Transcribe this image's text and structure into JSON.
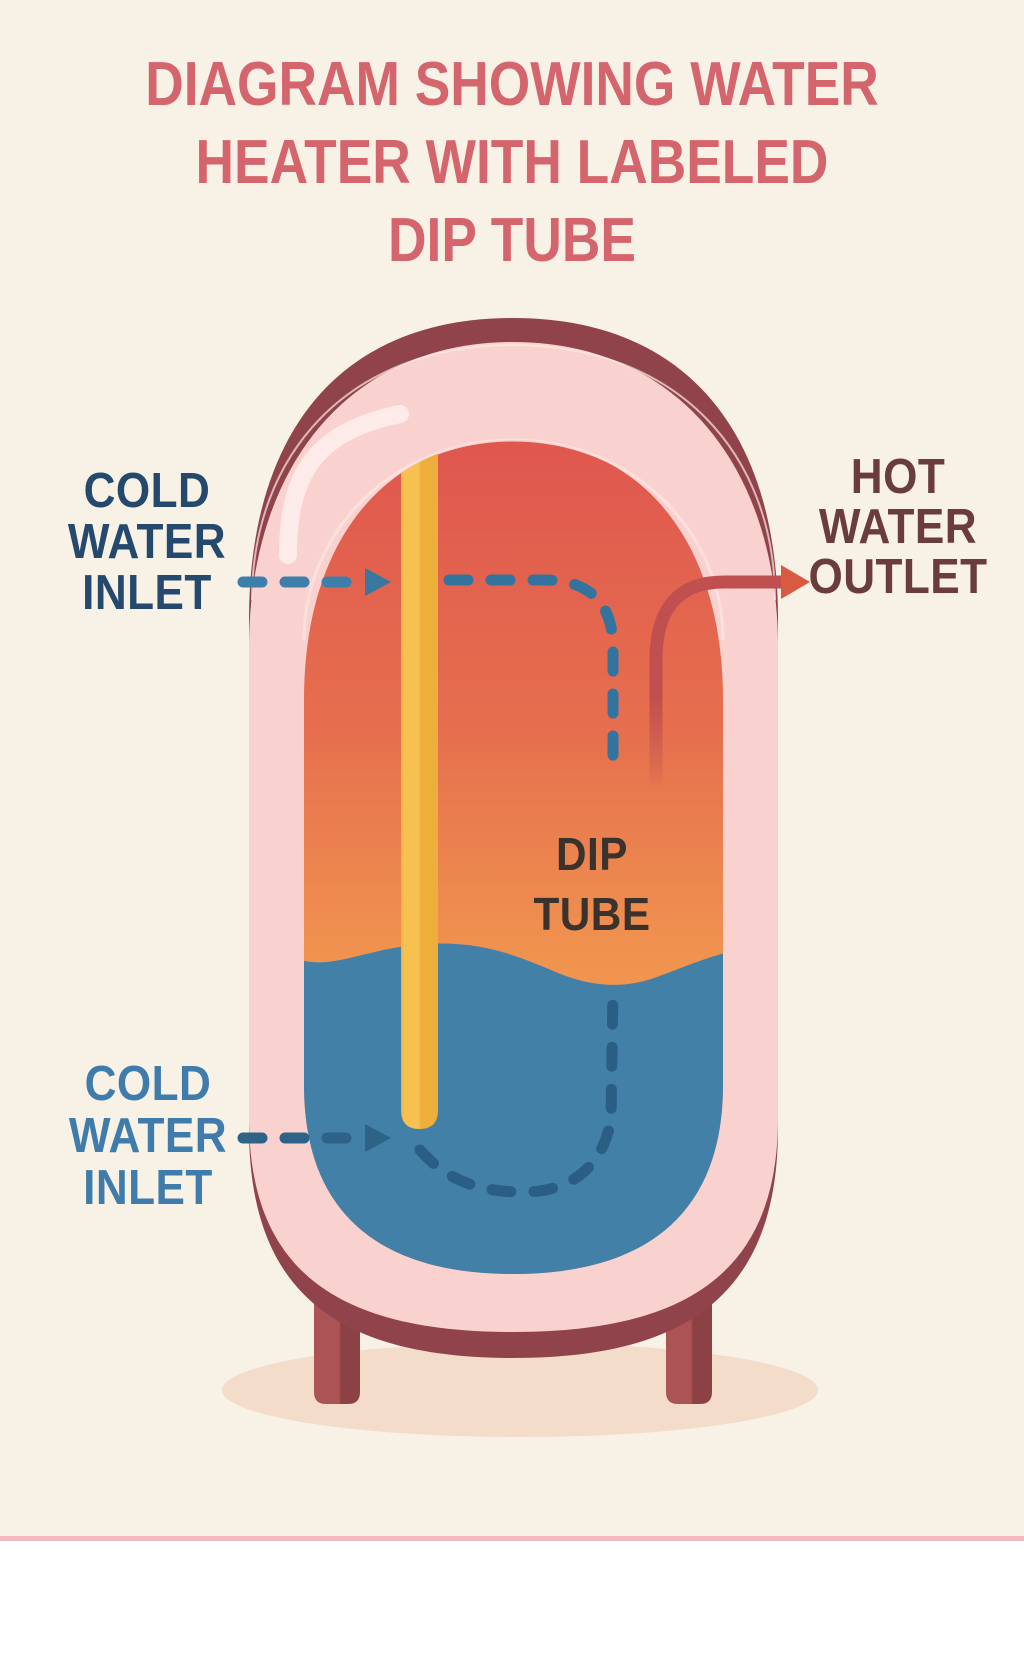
{
  "title": {
    "line1": "DIAGRAM SHOWING WATER",
    "line2": "HEATER WITH LABELED",
    "line3": "DIP TUBE"
  },
  "labels": {
    "cold_water_inlet_top": {
      "line1": "COLD",
      "line2": "WATER",
      "line3": "INLET"
    },
    "hot_water_outlet": {
      "line1": "HOT",
      "line2": "WATER",
      "line3": "OUTLET"
    },
    "dip_tube": {
      "line1": "DIP",
      "line2": "TUBE"
    },
    "cold_water_inlet_bottom": {
      "line1": "COLD",
      "line2": "WATER",
      "line3": "INLET"
    }
  },
  "icons": {
    "cold_inlet_top_arrow": "dashed-arrow-right",
    "cold_inlet_bottom_arrow": "dashed-arrow-right",
    "hot_outlet_arrow": "solid-arrow-right",
    "flow_path": "dashed-flow-line"
  },
  "colors": {
    "background_cream": "#f8f1e5",
    "white_strip": "#ffffff",
    "pink_line": "#f2b9c1",
    "title_color": "#d5656d",
    "cold_inlet_top_text": "#24496c",
    "hot_outlet_text": "#6b3c3c",
    "dip_tube_text": "#39322d",
    "cold_inlet_bottom_text": "#3f7cab",
    "shell_pink": "#f9d2cf",
    "rim_maroon": "#91434b",
    "tank_red_top": "#df574f",
    "tank_orange_mid": "#e66f4e",
    "tank_orange_low": "#f0934f",
    "water_blue": "#4380a8",
    "dip_tube_light": "#f5c050",
    "dip_tube_dark": "#edae3b",
    "nub_red": "#c24a51",
    "leg_red": "#ac5356",
    "leg_shade": "#8c4145",
    "inlet_arrow_top": "#3e7eaa",
    "inlet_arrowhead_top": "#39779f",
    "inlet_arrow_bottom": "#2e6287",
    "flow_dash_on_orange": "#35739f",
    "flow_dash_on_blue": "#2b5e85",
    "outlet_pipe": "#c0504f",
    "outlet_arrowhead": "#d95a42",
    "floor_shadow": "#f3dcca"
  }
}
